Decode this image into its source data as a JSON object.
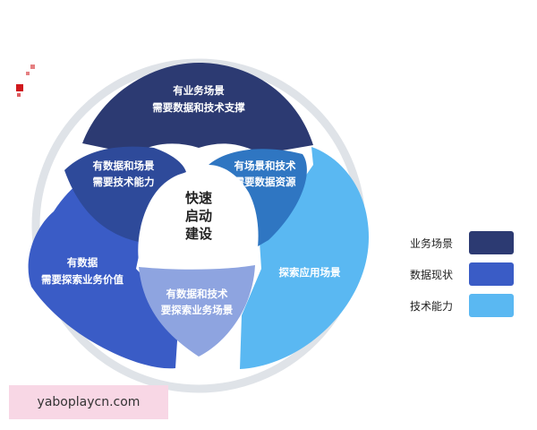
{
  "diagram": {
    "top_petal": {
      "line1": "有业务场景",
      "line2": "需要数据和技术支撑"
    },
    "left_petal": {
      "line1": "有数据",
      "line2": "需要探索业务价值"
    },
    "right_petal": {
      "line1": "探索应用场景"
    },
    "upper_left_overlap": {
      "line1": "有数据和场景",
      "line2": "需要技术能力"
    },
    "upper_right_overlap": {
      "line1": "有场景和技术",
      "line2": "需要数据资源"
    },
    "bottom_overlap": {
      "line1": "有数据和技术",
      "line2": "要探索业务场景"
    },
    "center": {
      "line1": "快速",
      "line2": "启动",
      "line3": "建设"
    }
  },
  "legend": [
    {
      "label": "业务场景",
      "color": "#2c3a72"
    },
    {
      "label": "数据现状",
      "color": "#3a5cc6"
    },
    {
      "label": "技术能力",
      "color": "#5ab8f2"
    }
  ],
  "watermark": "yaboplaycn.com",
  "colors": {
    "top_petal": "#2c3a72",
    "left_petal": "#3a5cc6",
    "right_petal": "#5ab8f2",
    "overlap_top_left": "#2e4a9a",
    "overlap_top_right": "#2f76c2",
    "overlap_bottom": "#8ea4e0",
    "ring": "#dfe3e8"
  }
}
